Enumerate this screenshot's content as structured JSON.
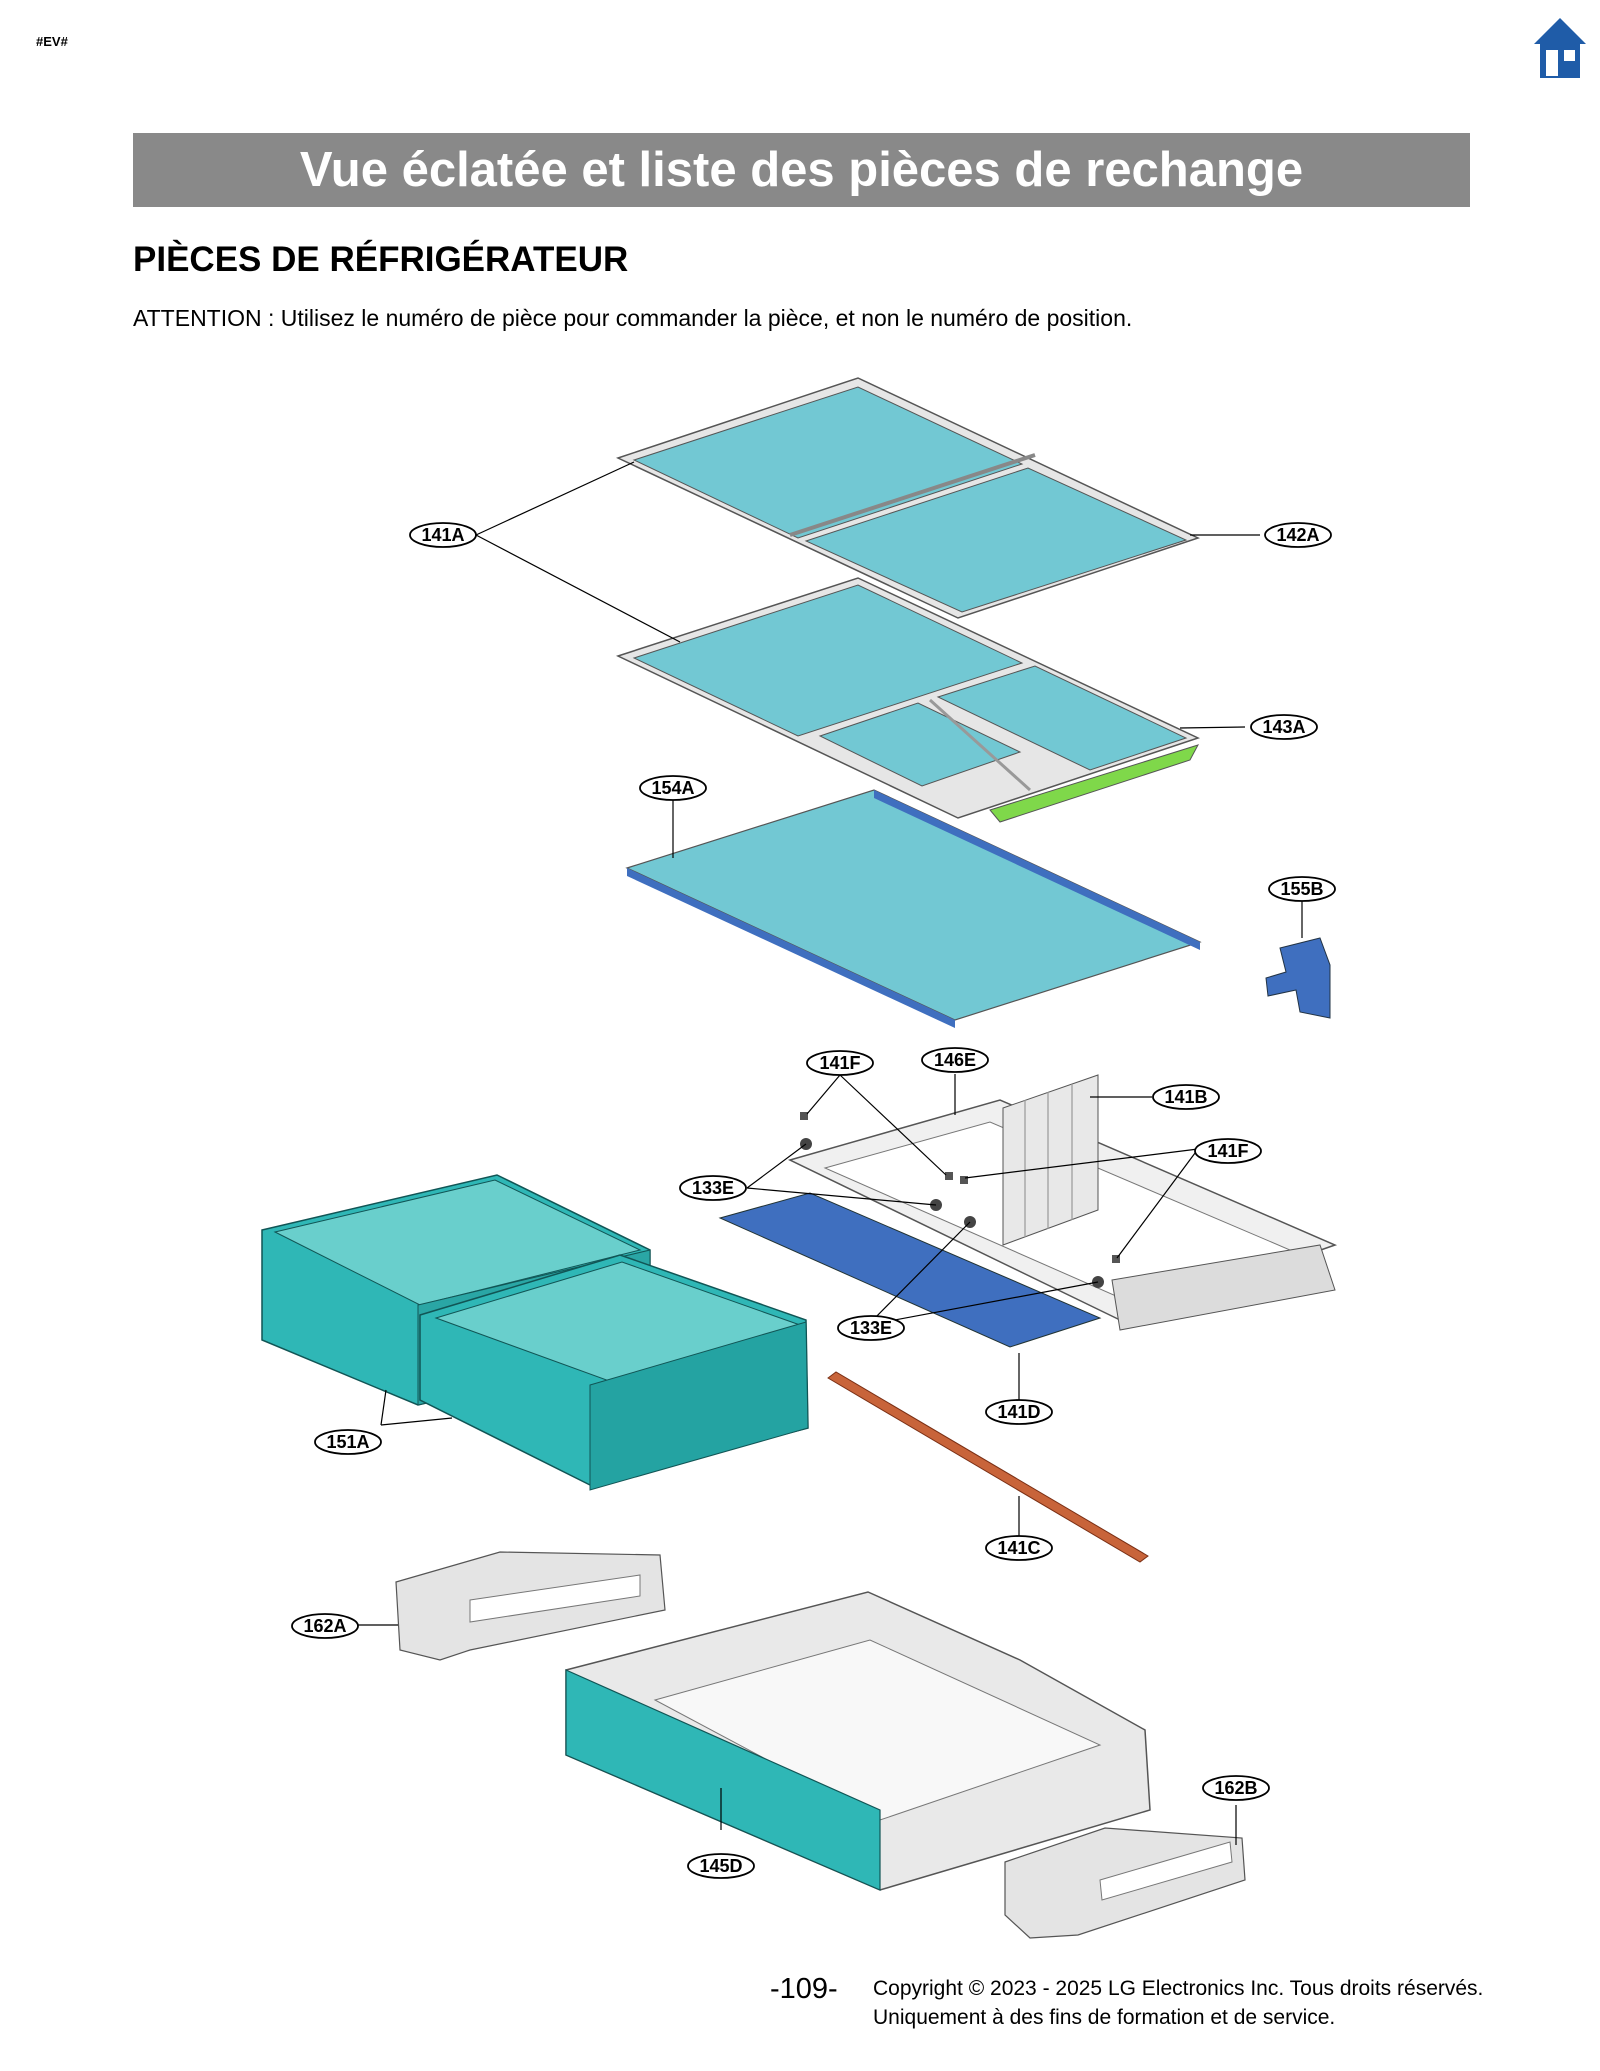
{
  "header": {
    "tag": "#EV#",
    "home_icon": "home-icon",
    "title": "Vue éclatée et liste des pièces de rechange"
  },
  "section": {
    "title": "PIÈCES DE RÉFRIGÉRATEUR",
    "notice": "ATTENTION : Utilisez le numéro de pièce pour commander la pièce, et non le numéro de position."
  },
  "diagram": {
    "callouts": {
      "c141A": "141A",
      "c142A": "142A",
      "c143A": "143A",
      "c154A": "154A",
      "c155B": "155B",
      "c141F_a": "141F",
      "c146E": "146E",
      "c141B": "141B",
      "c141F_b": "141F",
      "c133E_a": "133E",
      "c133E_b": "133E",
      "c141D": "141D",
      "c151A": "151A",
      "c141C": "141C",
      "c162A": "162A",
      "c162B": "162B",
      "c145D": "145D"
    },
    "colors": {
      "glass": "#72c8d3",
      "frame": "#e6e6e6",
      "blue_part": "#3f6fbf",
      "bin": "#2fb7b6",
      "gasket": "#c8643a",
      "green_trim": "#7fd84a"
    }
  },
  "footer": {
    "page_number": "-109-",
    "copyright_line1": "Copyright © 2023 - 2025 LG Electronics Inc. Tous droits réservés.",
    "copyright_line2": "Uniquement à des fins de formation et de service."
  }
}
